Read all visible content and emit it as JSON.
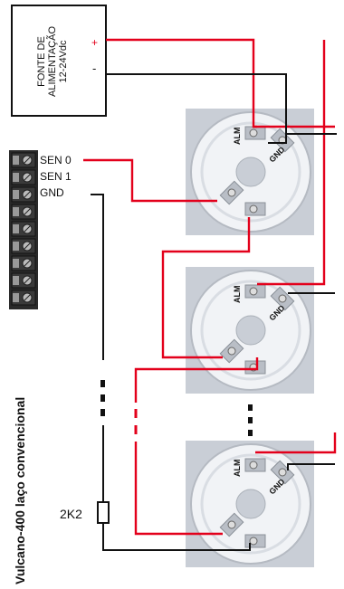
{
  "power_supply": {
    "label_line1": "FONTE DE",
    "label_line2": "ALIMENTAÇÃO",
    "label_line3": "12-24Vdc",
    "plus": "+",
    "minus": "-"
  },
  "terminal": {
    "sen0": "SEN 0",
    "sen1": "SEN 1",
    "gnd": "GND"
  },
  "panel_label": "Vulcano-400 laço convencional",
  "resistor_label": "2K2",
  "detector_base": {
    "alm_label": "ALM",
    "gnd_label": "GND"
  },
  "colors": {
    "positive_wire": "#e3001b",
    "negative_wire": "#111111",
    "base_photo_bg": "#c9ced6"
  }
}
